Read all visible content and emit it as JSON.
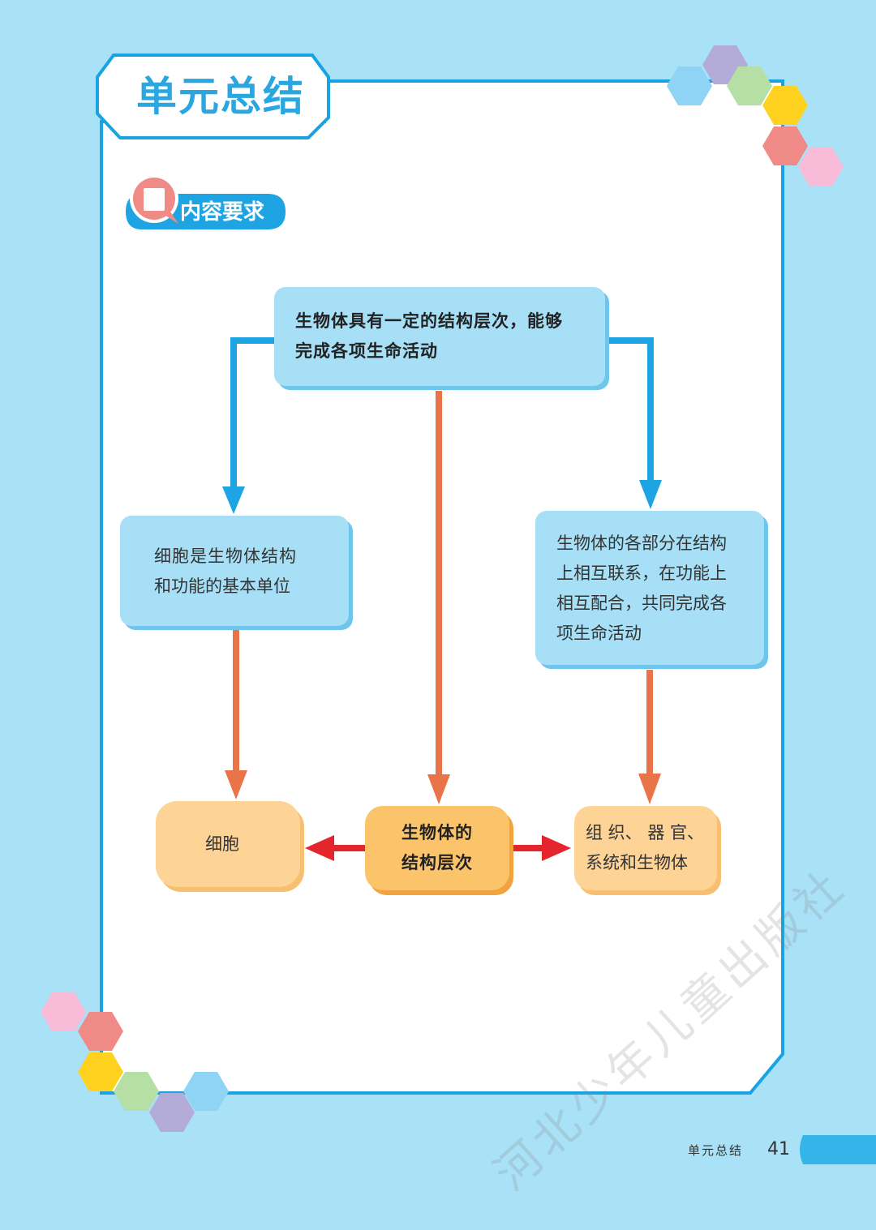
{
  "header": {
    "title": "单元总结"
  },
  "section": {
    "tag": "内容要求"
  },
  "diagram": {
    "top": {
      "line1": "生物体具有一定的结构层次，能够",
      "line2": "完成各项生命活动"
    },
    "left": {
      "line1": "细胞是生物体结构",
      "line2": "和功能的基本单位"
    },
    "right": {
      "line1": "生物体的各部分在结构",
      "line2": "上相互联系，在功能上",
      "line3": "相互配合，共同完成各",
      "line4": "项生命活动"
    },
    "bottom_left": "细胞",
    "bottom_center": {
      "line1": "生物体的",
      "line2": "结构层次"
    },
    "bottom_right": {
      "line1": "组 织、 器 官、",
      "line2": "系统和生物体"
    }
  },
  "footer": {
    "label": "单元总结",
    "page": "41"
  },
  "watermark": "河北少年儿童出版社",
  "colors": {
    "page_bg": "#a9e1f6",
    "frame_blue": "#1aa3e2",
    "arrow_blue": "#1ea4e3",
    "arrow_orange": "#e9744a",
    "arrow_red": "#e4262c",
    "hex_palette": [
      "#8fd3f5",
      "#b3abd8",
      "#b6dfa6",
      "#ffd21f",
      "#f08a86",
      "#f8bcd9"
    ]
  },
  "icons": {
    "tag": "speech-bubble-icon"
  }
}
